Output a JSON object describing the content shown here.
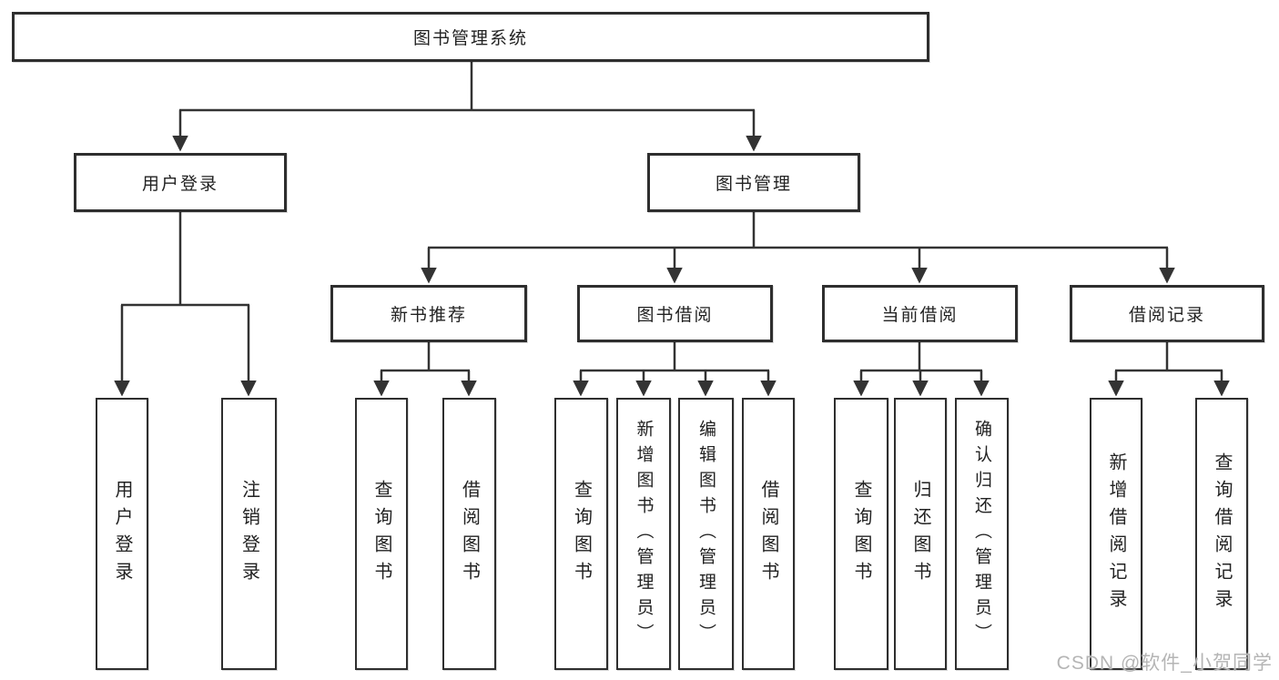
{
  "diagram": {
    "type": "hierarchy-tree",
    "colors": {
      "background": "#ffffff",
      "line": "#333333",
      "box_border": "#2e2e2e",
      "text": "#222222",
      "watermark_text": "#b5b5b5"
    },
    "nodes": {
      "root": {
        "label": "图书管理系统"
      },
      "level2": [
        {
          "label": "用户登录"
        },
        {
          "label": "图书管理"
        }
      ],
      "level3": [
        {
          "label": "新书推荐",
          "parent": "图书管理"
        },
        {
          "label": "图书借阅",
          "parent": "图书管理"
        },
        {
          "label": "当前借阅",
          "parent": "图书管理"
        },
        {
          "label": "借阅记录",
          "parent": "图书管理"
        }
      ],
      "leaves": [
        {
          "label": "用户登录",
          "parent": "用户登录"
        },
        {
          "label": "注销登录",
          "parent": "用户登录"
        },
        {
          "label": "查询图书",
          "parent": "新书推荐"
        },
        {
          "label": "借阅图书",
          "parent": "新书推荐"
        },
        {
          "label": "查询图书",
          "parent": "图书借阅"
        },
        {
          "label": "新增图书（管理员）",
          "parent": "图书借阅"
        },
        {
          "label": "编辑图书（管理员）",
          "parent": "图书借阅"
        },
        {
          "label": "借阅图书",
          "parent": "图书借阅"
        },
        {
          "label": "查询图书",
          "parent": "当前借阅"
        },
        {
          "label": "归还图书",
          "parent": "当前借阅"
        },
        {
          "label": "确认归还（管理员）",
          "parent": "当前借阅"
        },
        {
          "label": "新增借阅记录",
          "parent": "借阅记录"
        },
        {
          "label": "查询借阅记录",
          "parent": "借阅记录"
        }
      ]
    },
    "watermark": "CSDN @软件_小贺同学"
  }
}
